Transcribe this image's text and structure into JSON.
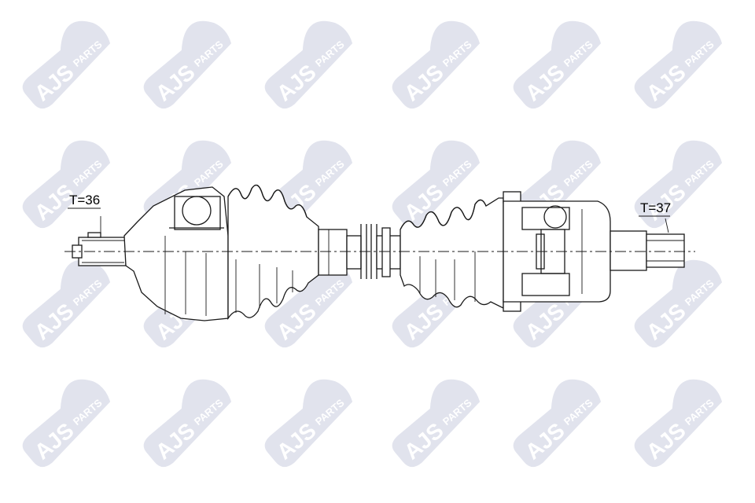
{
  "watermark": {
    "brand": "AJS",
    "suffix": "PARTS",
    "color": "#c9cde0"
  },
  "labels": {
    "left_teeth": "T=36",
    "right_teeth": "T=37"
  }
}
